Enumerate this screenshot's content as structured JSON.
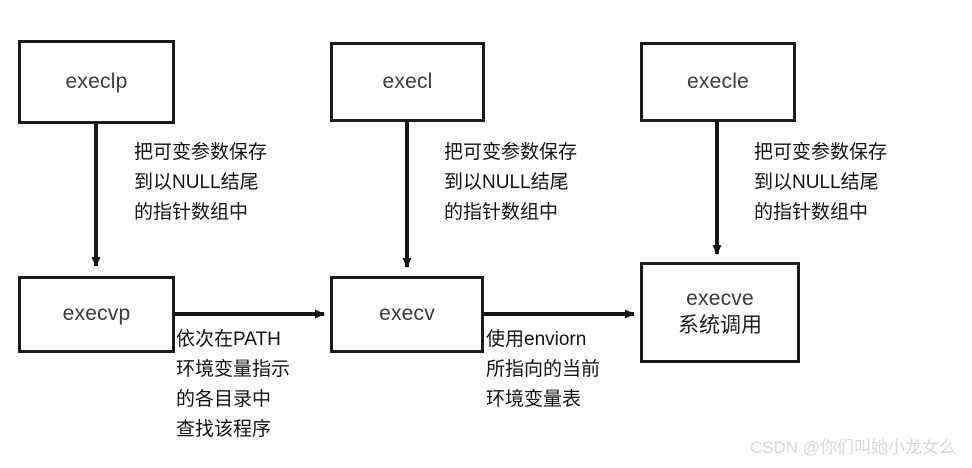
{
  "diagram": {
    "title": "exec family function relationship diagram",
    "background_color": "#ffffff",
    "stroke_color": "#1a1a1a",
    "nodes": [
      {
        "id": "execlp",
        "label": "execlp",
        "sublabel": ""
      },
      {
        "id": "execl",
        "label": "execl",
        "sublabel": ""
      },
      {
        "id": "execle",
        "label": "execle",
        "sublabel": ""
      },
      {
        "id": "execvp",
        "label": "execvp",
        "sublabel": ""
      },
      {
        "id": "execv",
        "label": "execv",
        "sublabel": ""
      },
      {
        "id": "execve",
        "label": "execve",
        "sublabel": "系统调用"
      }
    ],
    "edge_labels": {
      "execlp_to_execvp": {
        "line1": "把可变参数保存",
        "line2": "到以NULL结尾",
        "line3": "的指针数组中"
      },
      "execl_to_execv": {
        "line1": "把可变参数保存",
        "line2": "到以NULL结尾",
        "line3": "的指针数组中"
      },
      "execle_to_execve": {
        "line1": "把可变参数保存",
        "line2": "到以NULL结尾",
        "line3": "的指针数组中"
      },
      "execvp_to_execv": {
        "line1": "依次在PATH",
        "line2": "环境变量指示",
        "line3": "的各目录中",
        "line4": "查找该程序"
      },
      "execv_to_execve": {
        "line1": "使用enviorn",
        "line2": "所指向的当前",
        "line3": "环境变量表"
      }
    },
    "watermark": "CSDN @你们叫她小龙女么"
  }
}
